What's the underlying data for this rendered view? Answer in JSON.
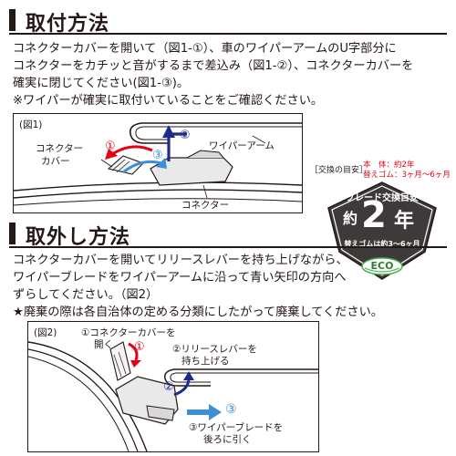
{
  "install": {
    "title": "取付方法",
    "lines": [
      "コネクターカバーを開いて（図1-①）、車のワイパーアームのU字部分に",
      "コネクターをカチッと音がするまで差込み（図1-②）、コネクターカバーを",
      "確実に閉じてください(図1-③)。",
      "※ワイパーが確実に取付いていることをご確認ください。"
    ],
    "figure": {
      "label": "(図1)",
      "cover_label_1": "コネクター",
      "cover_label_2": "カバー",
      "arm_label": "ワイパーアーム",
      "connector_label": "コネクター",
      "step1": "①",
      "step2": "②",
      "step3": "③"
    }
  },
  "replace_note": {
    "title": "［交換の目安］",
    "row1_label": "本　体",
    "row1_value": "：約2年",
    "row2_label": "替えゴム",
    "row2_value": "：3ヶ月〜6ヶ月"
  },
  "badge": {
    "top": "ブレード交換目安",
    "prefix": "約",
    "number": "2",
    "unit": "年",
    "sub": "替えゴムは約3〜6ヶ月",
    "eco": "ECO"
  },
  "remove": {
    "title": "取外し方法",
    "lines": [
      "コネクターカバーを開いてリリースレバーを持ち上げながら、",
      "ワイパーブレードをワイパーアームに沿って青い矢印の方向へ",
      "ずらしてください。（図2）",
      "★廃棄の際は各自治体の定める分類にしたがって廃棄してください。"
    ],
    "figure": {
      "label": "(図2)",
      "step1_a": "①コネクターカバーを",
      "step1_b": "開く",
      "step2_a": "②リリースレバーを",
      "step2_b": "持ち上げる",
      "step3_a": "③ワイパーブレードを",
      "step3_b": "後ろに引く",
      "num1": "①",
      "num2": "②",
      "num3": "③"
    }
  },
  "colors": {
    "red": "#e60012",
    "blue": "#1d2c8c",
    "lightblue": "#3a8fd8",
    "ink": "#231815"
  }
}
